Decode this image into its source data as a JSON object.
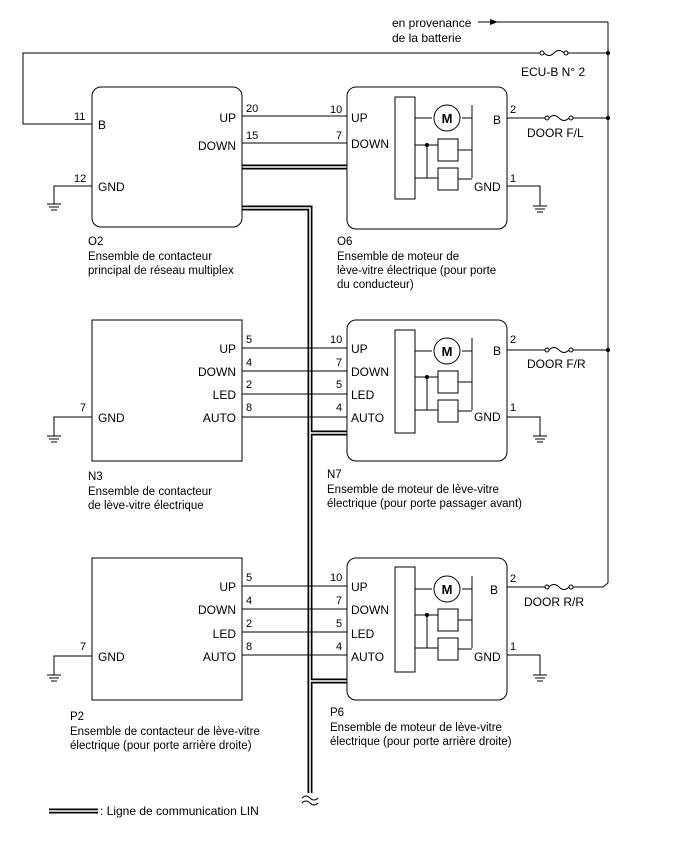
{
  "battery": {
    "line1": "en provenance",
    "line2": "de la batterie"
  },
  "fuse_ecub": "ECU-B N° 2",
  "fuses": {
    "fl": "DOOR F/L",
    "fr": "DOOR F/R",
    "rr": "DOOR R/R"
  },
  "o2": {
    "code": "O2",
    "desc1": "Ensemble de contacteur",
    "desc2": "principal de réseau multiplex",
    "pins": {
      "b": "11",
      "gnd": "12",
      "up": "20",
      "down": "15"
    },
    "labels": {
      "b": "B",
      "gnd": "GND",
      "up": "UP",
      "down": "DOWN"
    }
  },
  "o6": {
    "code": "O6",
    "desc1": "Ensemble de moteur de",
    "desc2": "lève-vitre électrique (pour porte",
    "desc3": "du conducteur)",
    "pins": {
      "up": "10",
      "down": "7",
      "b": "2",
      "gnd": "1"
    },
    "labels": {
      "up": "UP",
      "down": "DOWN",
      "b": "B",
      "gnd": "GND",
      "motor": "M"
    }
  },
  "n3": {
    "code": "N3",
    "desc1": "Ensemble de contacteur",
    "desc2": "de lève-vitre électrique",
    "pins": {
      "up": "5",
      "down": "4",
      "led": "2",
      "auto": "8",
      "gnd": "7"
    },
    "labels": {
      "up": "UP",
      "down": "DOWN",
      "led": "LED",
      "auto": "AUTO",
      "gnd": "GND"
    }
  },
  "n7": {
    "code": "N7",
    "desc1": "Ensemble de moteur de lève-vitre",
    "desc2": "électrique (pour porte passager avant)",
    "pins": {
      "up": "10",
      "down": "7",
      "led": "5",
      "auto": "4",
      "b": "2",
      "gnd": "1"
    },
    "labels": {
      "up": "UP",
      "down": "DOWN",
      "led": "LED",
      "auto": "AUTO",
      "b": "B",
      "gnd": "GND",
      "motor": "M"
    }
  },
  "p2": {
    "code": "P2",
    "desc1": "Ensemble de contacteur de lève-vitre",
    "desc2": "électrique (pour porte arrière droite)",
    "pins": {
      "up": "5",
      "down": "4",
      "led": "2",
      "auto": "8",
      "gnd": "7"
    },
    "labels": {
      "up": "UP",
      "down": "DOWN",
      "led": "LED",
      "auto": "AUTO",
      "gnd": "GND"
    }
  },
  "p6": {
    "code": "P6",
    "desc1": "Ensemble de moteur de lève-vitre",
    "desc2": "électrique (pour porte arrière droite)",
    "pins": {
      "up": "10",
      "down": "7",
      "led": "5",
      "auto": "4",
      "b": "2",
      "gnd": "1"
    },
    "labels": {
      "up": "UP",
      "down": "DOWN",
      "led": "LED",
      "auto": "AUTO",
      "b": "B",
      "gnd": "GND",
      "motor": "M"
    }
  },
  "legend": {
    "text": ": Ligne de communication LIN"
  }
}
